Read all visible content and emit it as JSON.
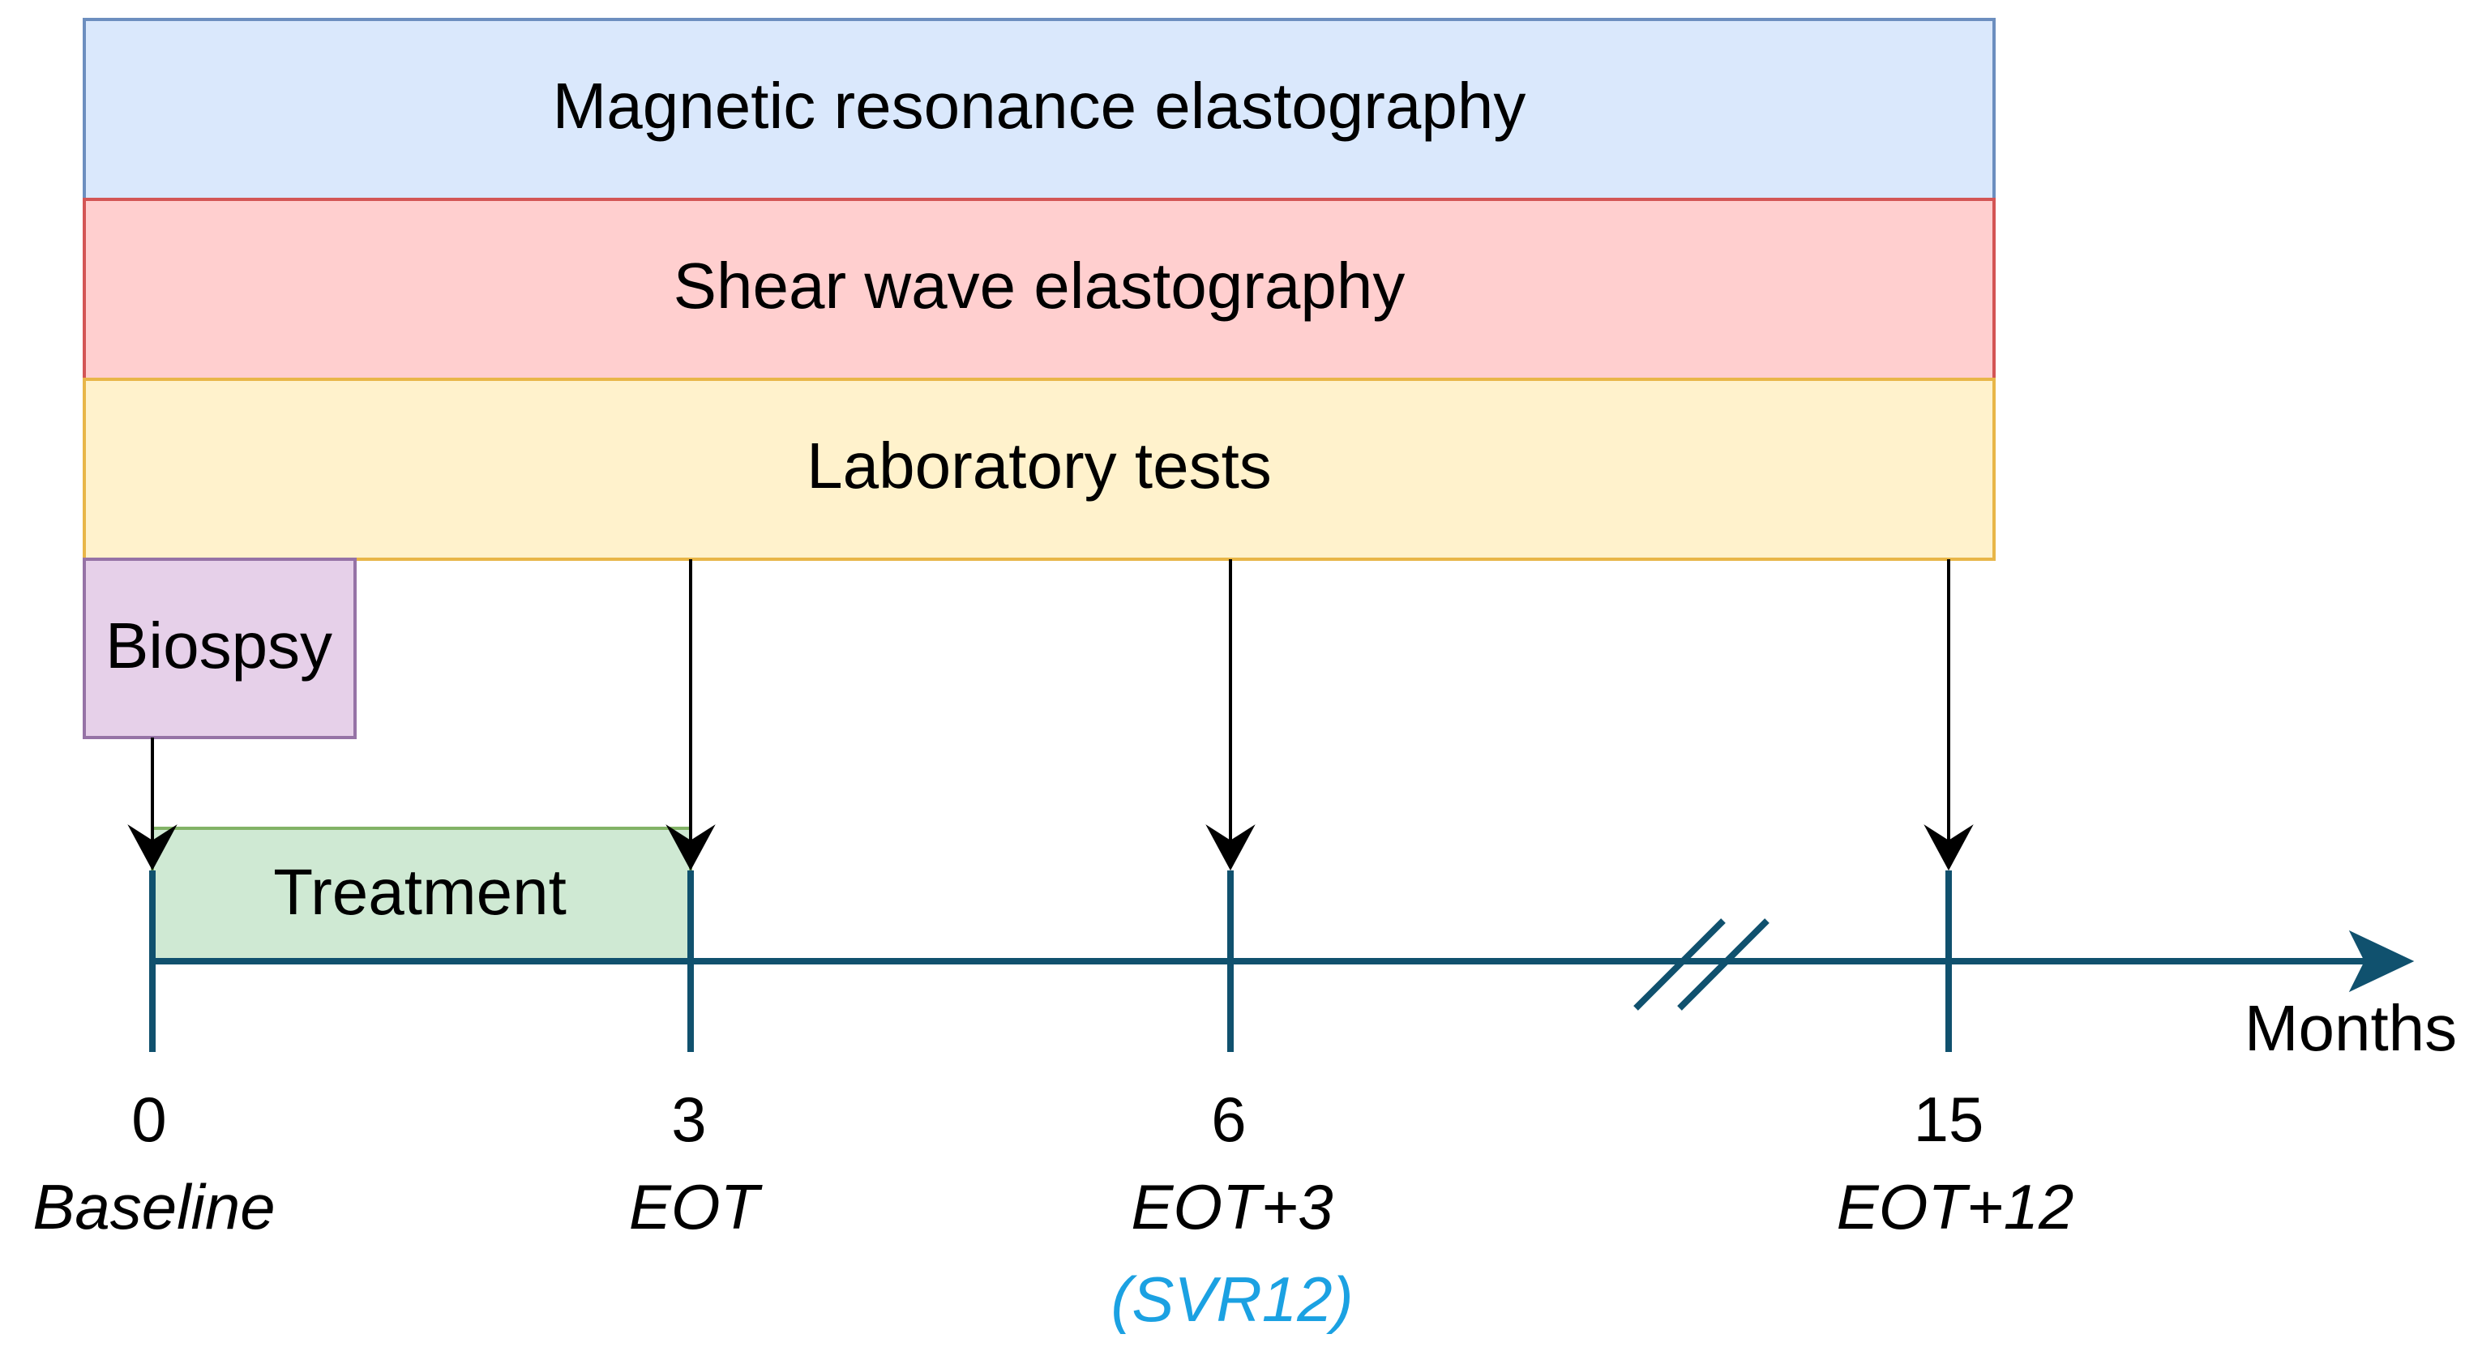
{
  "bands": {
    "mre": {
      "label": "Magnetic resonance elastography",
      "fill": "#dae8fc",
      "stroke": "#6c8ebf"
    },
    "swe": {
      "label": "Shear wave elastography",
      "fill": "#ffcfcf",
      "stroke": "#d35555"
    },
    "lab": {
      "label": "Laboratory tests",
      "fill": "#fff2cc",
      "stroke": "#e8b648"
    }
  },
  "biopsy": {
    "label": "Biospsy",
    "fill": "#e6d0e9",
    "stroke": "#9673a6"
  },
  "treatment": {
    "label": "Treatment",
    "fill": "#cfe9d3",
    "stroke": "#82b366"
  },
  "axis": {
    "label": "Months",
    "color": "#10516e",
    "ticks": [
      {
        "value": "0",
        "sub": "Baseline"
      },
      {
        "value": "3",
        "sub": "EOT"
      },
      {
        "value": "6",
        "sub": "EOT+3",
        "note": "(SVR12)"
      },
      {
        "value": "15",
        "sub": "EOT+12"
      }
    ]
  },
  "note_color": "#1ba1e2"
}
